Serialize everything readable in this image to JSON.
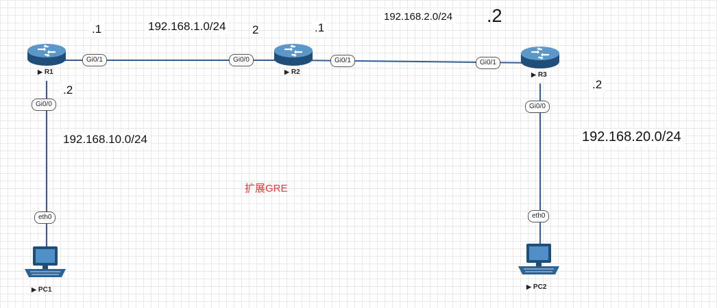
{
  "devices": {
    "r1": {
      "name": "R1",
      "icon": "router-icon"
    },
    "r2": {
      "name": "R2",
      "icon": "router-icon"
    },
    "r3": {
      "name": "R3",
      "icon": "router-icon"
    },
    "pc1": {
      "name": "PC1",
      "icon": "pc-icon"
    },
    "pc2": {
      "name": "PC2",
      "icon": "pc-icon"
    }
  },
  "ports": {
    "r1_gi01": "Gi0/1",
    "r1_gi00": "Gi0/0",
    "r2_gi00": "Gi0/0",
    "r2_gi01": "Gi0/1",
    "r3_gi01": "Gi0/1",
    "r3_gi00": "Gi0/0",
    "pc1_eth0": "eth0",
    "pc2_eth0": "eth0"
  },
  "networks": {
    "r1_r2": "192.168.1.0/24",
    "r2_r3": "192.168.2.0/24",
    "r1_lan": "192.168.10.0/24",
    "r3_lan": "192.168.20.0/24"
  },
  "host_addresses": {
    "r1_wan": ".1",
    "r2_left": "2",
    "r2_right": ".1",
    "r3_wan": ".2",
    "r1_lan": ".2",
    "r3_lan": ".2"
  },
  "annotation": "扩展GRE",
  "colors": {
    "link": "#2f5f94",
    "router_body": "#3a74a8",
    "annotation": "#ee3333"
  }
}
